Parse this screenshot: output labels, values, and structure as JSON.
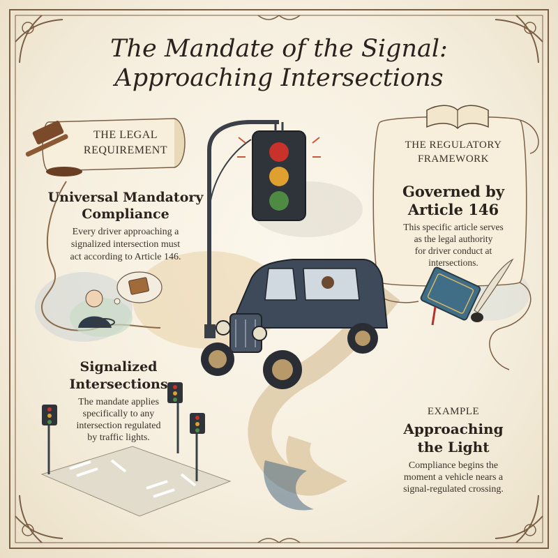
{
  "title": {
    "line1": "The Mandate of the Signal:",
    "line2": "Approaching Intersections"
  },
  "legal": {
    "label_line1": "THE LEGAL",
    "label_line2": "REQUIREMENT",
    "heading_line1": "Universal Mandatory",
    "heading_line2": "Compliance",
    "body_line1": "Every driver approaching a",
    "body_line2": "signalized intersection must",
    "body_line3": "act according to Article 146."
  },
  "framework": {
    "label_line1": "THE REGULATORY",
    "label_line2": "FRAMEWORK",
    "heading_line1": "Governed by",
    "heading_line2": "Article 146",
    "body_line1": "This specific article serves",
    "body_line2": "as the legal authority",
    "body_line3": "for driver conduct at",
    "body_line4": "intersections."
  },
  "signalized": {
    "heading_line1": "Signalized",
    "heading_line2": "Intersections",
    "body_line1": "The mandate applies",
    "body_line2": "specifically to any",
    "body_line3": "intersection regulated",
    "body_line4": "by traffic lights."
  },
  "example": {
    "label": "EXAMPLE",
    "heading_line1": "Approaching",
    "heading_line2": "the Light",
    "body_line1": "Compliance begins the",
    "body_line2": "moment a vehicle nears a",
    "body_line3": "signal-regulated crossing."
  },
  "icons": {
    "gavel": "gavel-icon",
    "book": "book-icon",
    "quill": "quill-icon",
    "traffic_light": "traffic-light-icon",
    "car": "vintage-car-icon",
    "driver": "driver-icon"
  },
  "colors": {
    "ink": "#2a231d",
    "paper": "#f8f2e4",
    "red_light": "#c8322a",
    "amber_light": "#e0a030",
    "green_light": "#4f8a45",
    "car_blue": "#3e4a5a"
  }
}
